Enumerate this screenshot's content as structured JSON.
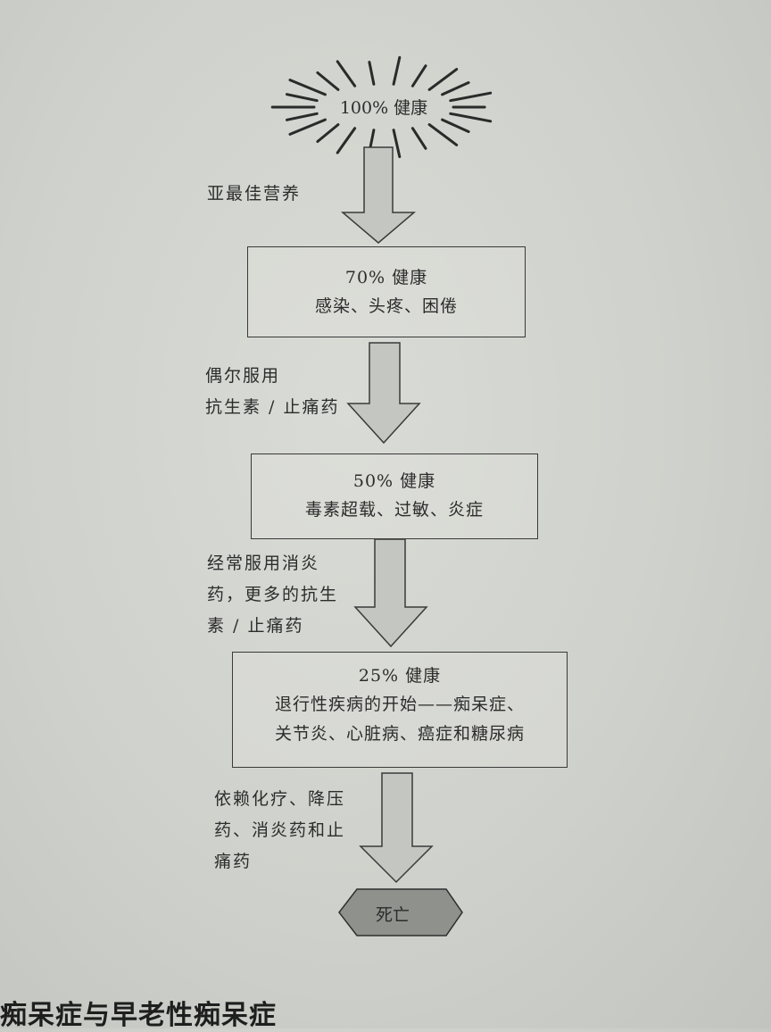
{
  "diagram": {
    "nodes": {
      "start": {
        "label": "100% 健康"
      },
      "stage70": {
        "title": "70% 健康",
        "detail": "感染、头疼、困倦"
      },
      "stage50": {
        "title": "50% 健康",
        "detail": "毒素超载、过敏、炎症"
      },
      "stage25": {
        "title": "25% 健康",
        "detail_line1": "退行性疾病的开始——痴呆症、",
        "detail_line2": "关节炎、心脏病、癌症和糖尿病"
      },
      "end": {
        "label": "死亡"
      }
    },
    "edges": {
      "e1": {
        "line1": "亚最佳营养"
      },
      "e2": {
        "line1": "偶尔服用",
        "line2": "抗生素 / 止痛药"
      },
      "e3": {
        "line1": "经常服用消炎",
        "line2": "药，更多的抗生",
        "line3": "素 / 止痛药"
      },
      "e4": {
        "line1": "依赖化疗、降压",
        "line2": "药、消炎药和止",
        "line3": "痛药"
      }
    }
  },
  "footer": {
    "heading": "痴呆症与早老性痴呆症"
  },
  "colors": {
    "arrow_fill": "#c4c6c1",
    "stroke": "#3a3a3a",
    "death_fill": "#8f918d"
  }
}
